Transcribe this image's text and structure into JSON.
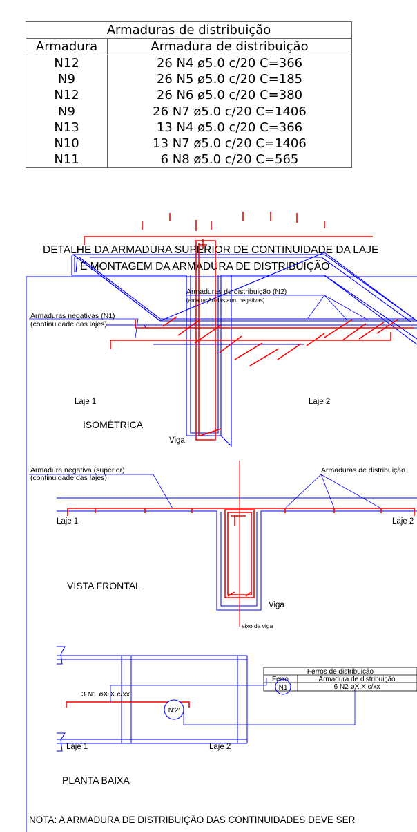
{
  "table": {
    "caption": "Armaduras de distribuição",
    "headers": [
      "Armadura",
      "Armadura de distribuição"
    ],
    "rows": [
      [
        "N12",
        "26 N4 ø5.0 c/20 C=366"
      ],
      [
        "N9",
        "26 N5 ø5.0 c/20 C=185"
      ],
      [
        "N12",
        "26 N6 ø5.0 c/20 C=380"
      ],
      [
        "N9",
        "26 N7 ø5.0 c/20 C=1406"
      ],
      [
        "N13",
        "13 N4 ø5.0 c/20 C=366"
      ],
      [
        "N10",
        "13 N7 ø5.0 c/20 C=1406"
      ],
      [
        "N11",
        "6 N8 ø5.0 c/20 C=565"
      ]
    ]
  },
  "detail": {
    "title_line1": "DETALHE DA ARMADURA SUPERIOR DE CONTINUIDADE DA LAJE",
    "title_line2": "E MONTAGEM DA ARMADURA DE DISTRIBUIÇÃO",
    "iso": {
      "label_n2": "Armaduras de distribuição (N2)",
      "label_n2_sub": "(amarração das arm. negativas)",
      "label_n1": "Armaduras negativas (N1)",
      "label_n1_sub": "(continuidade das lajes)",
      "laje1": "Laje 1",
      "laje2": "Laje 2",
      "view_name": "ISOMÉTRICA",
      "viga": "Viga"
    },
    "front": {
      "label_neg": "Armadura negativa (superior)",
      "label_neg_sub": "(continuidade das lajes)",
      "label_dist": "Armaduras de distribuição",
      "laje1": "Laje 1",
      "laje2": "Laje 2",
      "view_name": "VISTA FRONTAL",
      "viga": "Viga",
      "axis": "eixo da viga"
    },
    "plan": {
      "small_table": {
        "caption": "Ferros de distribuição",
        "headers": [
          "Ferro",
          "Armadura de distribuição"
        ],
        "row": [
          "N1",
          "6 N2 øX.X c/xx"
        ]
      },
      "bar_label": "3 N1 øX.X c/xx",
      "bubble": "N'2'",
      "laje1": "Laje 1",
      "laje2": "Laje 2",
      "view_name": "PLANTA BAIXA"
    },
    "note": "NOTA: A ARMADURA DE DISTRIBUIÇÃO DAS CONTINUIDADES DEVE SER"
  },
  "colors": {
    "steel": "#ff0000",
    "concrete": "#0000ff",
    "annotation": "#0000ff",
    "text": "#000000"
  }
}
